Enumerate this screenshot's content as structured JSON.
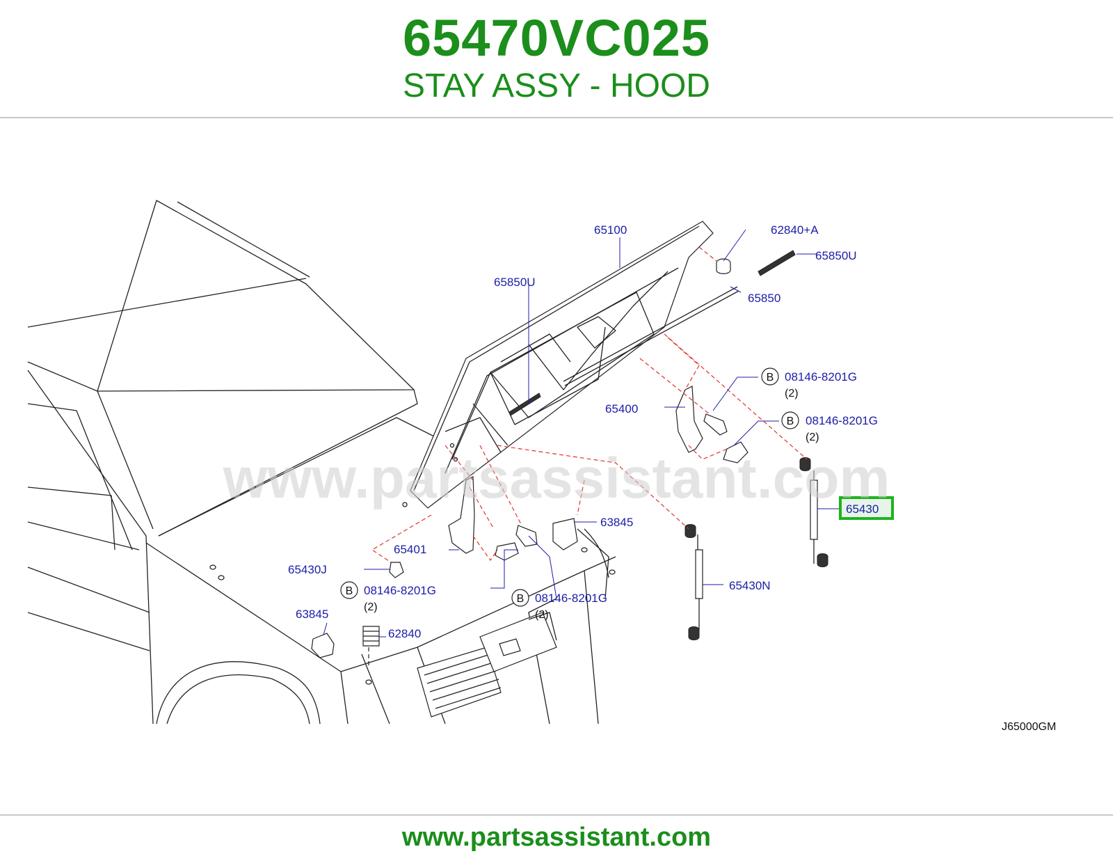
{
  "header": {
    "part_number": "65470VC025",
    "part_name": "STAY ASSY - HOOD"
  },
  "diagram": {
    "watermark": "www.partsassistant.com",
    "reference_code": "J65000GM",
    "bolt_marker": "B",
    "highlight_color": "#1db31d",
    "callouts": [
      {
        "id": "65100",
        "label": "65100"
      },
      {
        "id": "62840a",
        "label": "62840+A"
      },
      {
        "id": "65850u-top",
        "label": "65850U"
      },
      {
        "id": "65850u-mid",
        "label": "65850U"
      },
      {
        "id": "65850",
        "label": "65850"
      },
      {
        "id": "bolt-1",
        "label": "08146-8201G",
        "qty": "(2)"
      },
      {
        "id": "65400",
        "label": "65400"
      },
      {
        "id": "bolt-2",
        "label": "08146-8201G",
        "qty": "(2)"
      },
      {
        "id": "65430",
        "label": "65430",
        "highlighted": true
      },
      {
        "id": "63845-right",
        "label": "63845"
      },
      {
        "id": "65401",
        "label": "65401"
      },
      {
        "id": "65430j",
        "label": "65430J"
      },
      {
        "id": "bolt-3",
        "label": "08146-8201G",
        "qty": "(2)"
      },
      {
        "id": "bolt-4",
        "label": "08146-8201G",
        "qty": "(2)"
      },
      {
        "id": "65430n",
        "label": "65430N"
      },
      {
        "id": "63845-left",
        "label": "63845"
      },
      {
        "id": "62840",
        "label": "62840"
      }
    ]
  },
  "footer": {
    "url": "www.partsassistant.com"
  }
}
